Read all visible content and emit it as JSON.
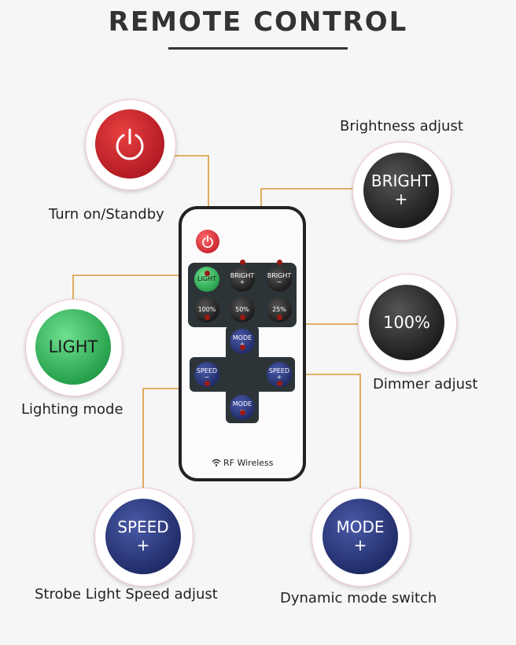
{
  "title": "REMOTE CONTROL",
  "labels": {
    "power": "Turn on/Standby",
    "brightness": "Brightness adjust",
    "light": "Lighting mode",
    "dimmer": "Dimmer adjust",
    "speed": "Strobe Light Speed adjust",
    "mode": "Dynamic mode switch"
  },
  "callouts": {
    "bright": [
      "BRIGHT",
      "+"
    ],
    "dimmer": "100%",
    "light": "LIGHT",
    "speed": [
      "SPEED",
      "+"
    ],
    "mode": [
      "MODE",
      "+"
    ]
  },
  "remote": {
    "buttons": {
      "light": "LIGHT",
      "bright_plus": [
        "BRIGHT",
        "+"
      ],
      "bright_minus": [
        "BRIGHT",
        "−"
      ],
      "pct100": "100%",
      "pct50": "50%",
      "pct25": "25%",
      "mode_plus": [
        "MODE",
        "+"
      ],
      "mode_minus": [
        "MODE",
        "−"
      ],
      "speed_minus": [
        "SPEED",
        "−"
      ],
      "speed_plus": [
        "SPEED",
        "+"
      ]
    },
    "brand": "RF Wireless"
  },
  "colors": {
    "line": "#d79a37",
    "power_red": "#c41f2a",
    "light_green": "#1f9a45",
    "dark_button": "#1d1d1d",
    "blue_button": "#1f2a66"
  }
}
